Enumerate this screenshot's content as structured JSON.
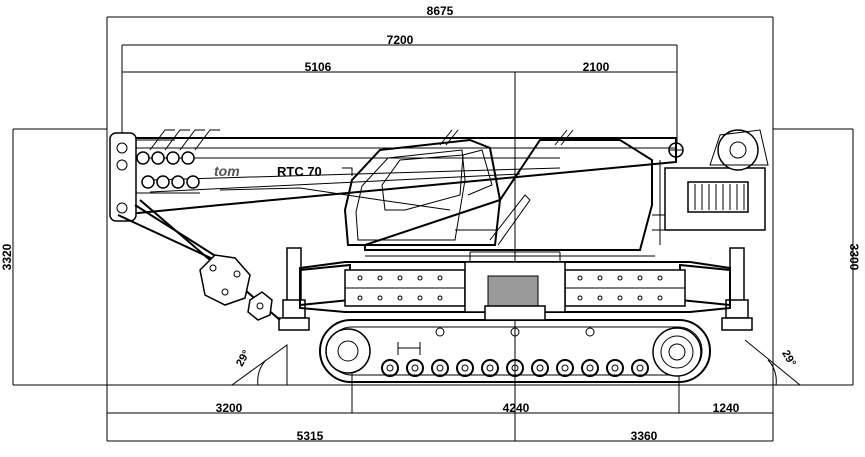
{
  "dimensions": {
    "overall_length": "8675",
    "boom_length": "7200",
    "front_to_center": "5106",
    "center_to_rear_boom": "2100",
    "front_overhang": "3200",
    "track_length": "4240",
    "rear_overhang": "1240",
    "front_to_axis": "5315",
    "axis_to_rear": "3360",
    "height_left": "3320",
    "height_right": "3300",
    "approach_angle": "29°",
    "departure_angle": "29°"
  },
  "machine": {
    "brand": "tom",
    "model": "RTC 70"
  },
  "colors": {
    "line": "#000000",
    "panel_fill": "#9a9a9a",
    "brand_text": "#555555"
  }
}
